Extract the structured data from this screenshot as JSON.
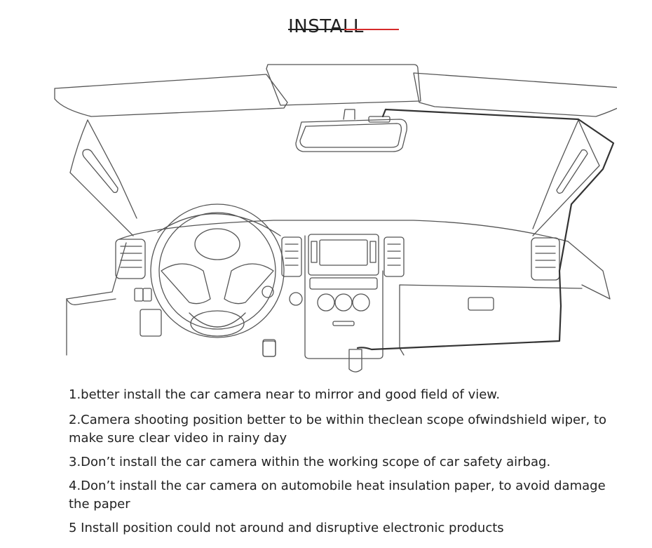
{
  "header": {
    "title": "INSTALL",
    "accent_color": "#d62b2b"
  },
  "illustration": {
    "icon": "car-interior-dashcam-install-diagram"
  },
  "instructions": [
    "1.better install the car camera near to mirror and good field of view.",
    "2.Camera shooting position better to be within theclean scope ofwindshield wiper, to make sure clear video in rainy day",
    "3.Don’t install the car camera within the working scope of car safety airbag.",
    "4.Don’t install the car camera on automobile heat insulation paper,  to avoid damage the paper",
    "5 Install position could not around and disruptive electronic products"
  ]
}
